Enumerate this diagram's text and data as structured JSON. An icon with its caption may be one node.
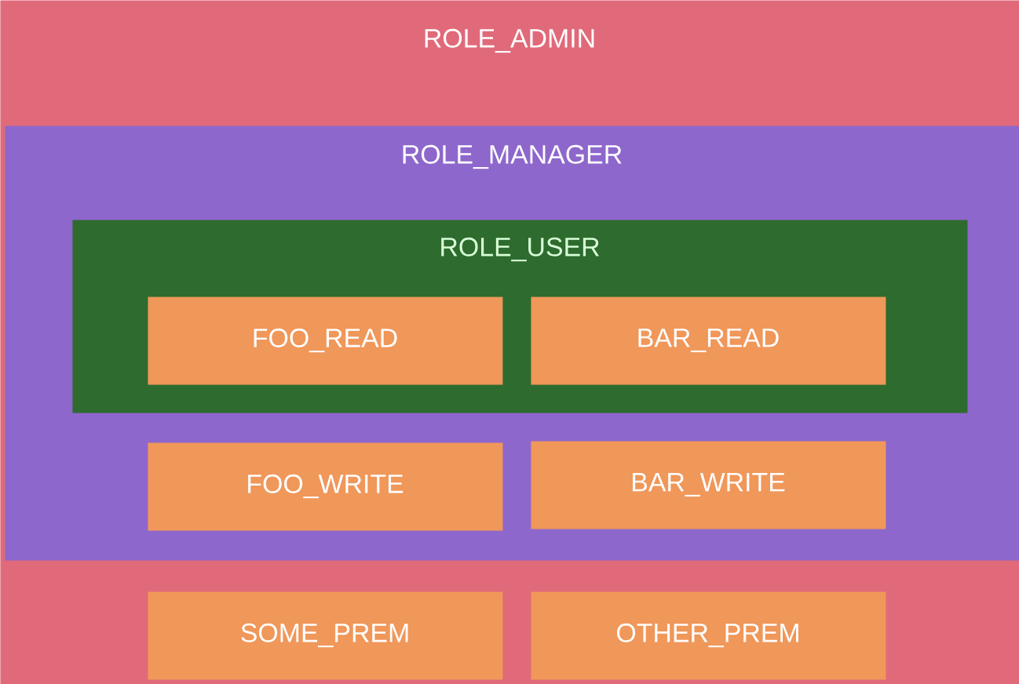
{
  "diagram": {
    "nodes": [
      {
        "text": [
          "ROLE_ADMIN"
        ]
      },
      {
        "text": [
          "ROLE_MANAGER"
        ],
        "in": 0
      },
      {
        "text": [
          "ROLE_USER"
        ],
        "in": 1
      },
      {
        "text": [
          "FOO_READ"
        ],
        "in": 2
      },
      {
        "text": [
          "BAR_READ"
        ],
        "in": 2
      },
      {
        "text": [
          "FOO_WRITE"
        ],
        "in": 1
      },
      {
        "text": [
          "BAR_WRITE"
        ],
        "in": 1
      },
      {
        "text": [
          "SOME_PREM"
        ],
        "in": 0
      },
      {
        "text": [
          "OTHER_PREM"
        ],
        "in": 0
      }
    ]
  }
}
